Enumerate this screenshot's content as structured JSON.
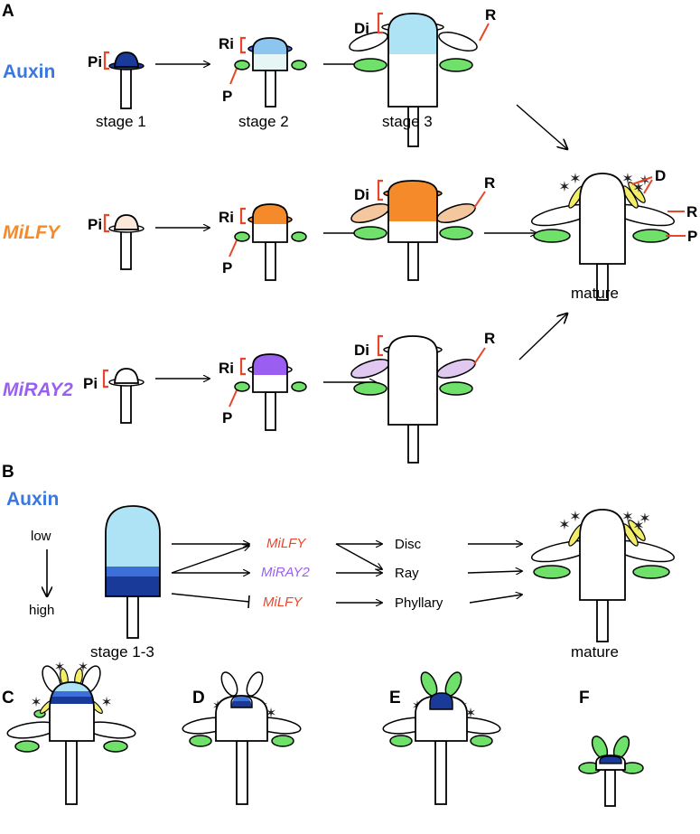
{
  "panels": {
    "a": "A",
    "b": "B",
    "c": "C",
    "d": "D",
    "e": "E",
    "f": "F"
  },
  "rows": {
    "auxin": {
      "label": "Auxin",
      "color": "#3a78e0"
    },
    "milfy": {
      "label": "MiLFY",
      "color": "#f58a2a"
    },
    "miray2": {
      "label": "MiRAY2",
      "color": "#9a5ff0"
    }
  },
  "labels": {
    "pi": "Pi",
    "ri": "Ri",
    "di": "Di",
    "p": "P",
    "r": "R",
    "d": "D"
  },
  "stages": {
    "s1": "stage 1",
    "s2": "stage 2",
    "s3": "stage 3",
    "mature": "mature",
    "s13": "stage 1-3"
  },
  "panel_b": {
    "title": "Auxin",
    "gradient_low": "low",
    "gradient_high": "high",
    "gene1": "MiLFY",
    "gene2": "MiRAY2",
    "gene3": "MiLFY",
    "out_disc": "Disc",
    "out_ray": "Ray",
    "out_phyllary": "Phyllary"
  },
  "colors": {
    "auxin_dark": "#1a3a9a",
    "auxin_mid": "#3c6fd8",
    "auxin_light": "#aee2f5",
    "auxin_pale": "#e6f6f4",
    "orange": "#f58a2a",
    "orange_pale": "#fbe8da",
    "peach": "#f4c79e",
    "purple": "#9a5ff0",
    "lavender": "#e0c8f0",
    "green": "#6fe06a",
    "yellow": "#f3ee6a",
    "bracket_red": "#e8462a"
  }
}
